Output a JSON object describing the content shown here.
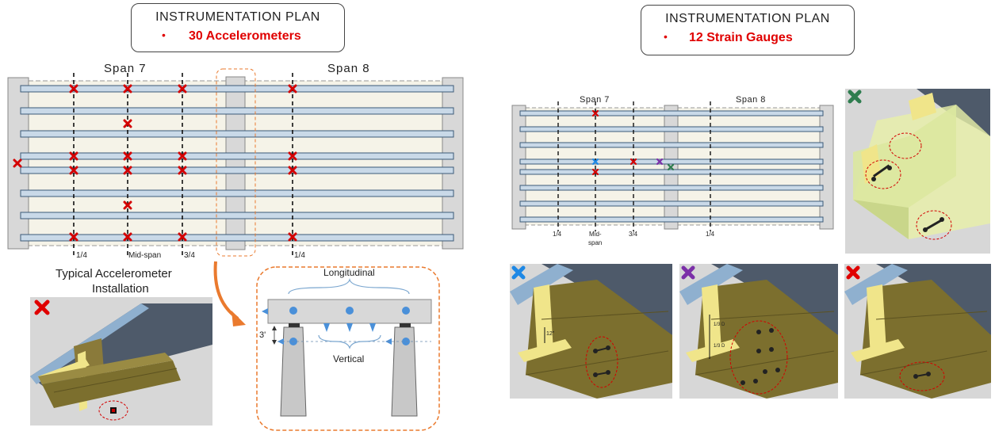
{
  "left_panel": {
    "title_line1": "INSTRUMENTATION PLAN",
    "title_line2": "30 Accelerometers",
    "span_a": "Span  7",
    "span_b": "Span  8",
    "tick_labels": [
      "1/4",
      "Mid-span",
      "3/4",
      "1/4"
    ],
    "install_label_line1": "Typical Accelerometer",
    "install_label_line2": "Installation",
    "section_labels": {
      "longitudinal": "Longitudinal",
      "vertical": "Vertical",
      "gap": "3'"
    }
  },
  "right_panel": {
    "title_line1": "INSTRUMENTATION PLAN",
    "title_line2": "12 Strain Gauges",
    "span_a": "Span  7",
    "span_b": "Span  8",
    "tick_labels": [
      "1/4",
      "Mid-",
      "span",
      "3/4",
      "1/4"
    ],
    "detail_dims": [
      "12\"",
      "1/3 D",
      "1/3 D"
    ]
  },
  "colors": {
    "accent_red": "#e00000",
    "marker_blue": "#1e88e5",
    "marker_purple": "#7b2fa8",
    "marker_green": "#2e7d4f",
    "girder_fill": "#c9d9e8",
    "deck_fill": "#f5f3e8",
    "callout_orange": "#ea7a2e"
  }
}
